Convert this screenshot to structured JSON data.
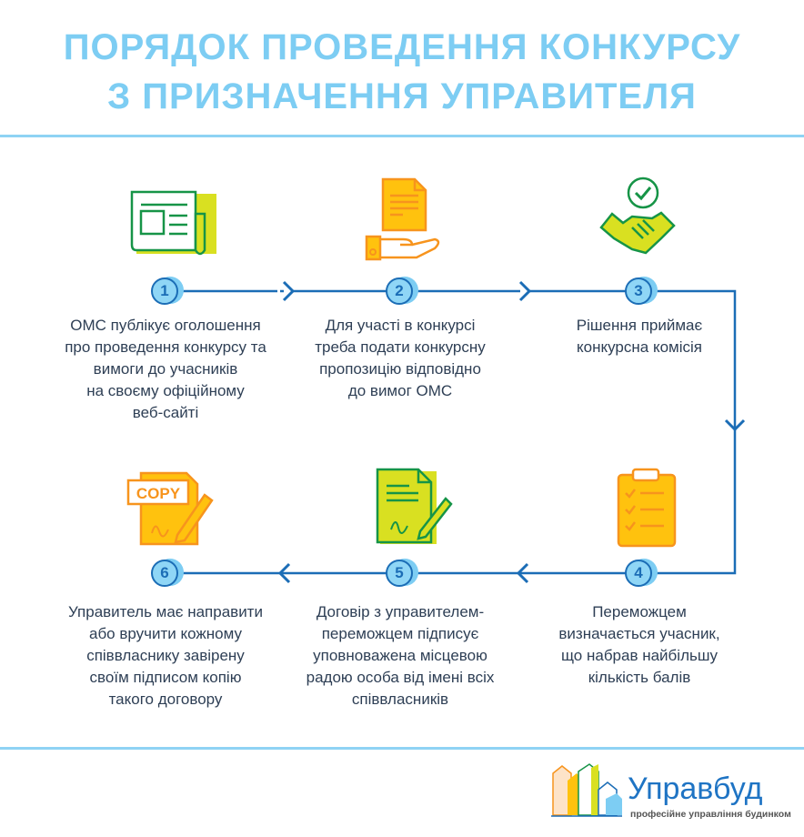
{
  "title": {
    "line1": "ПОРЯДОК ПРОВЕДЕННЯ КОНКУРСУ",
    "line2": "З ПРИЗНАЧЕННЯ УПРАВИТЕЛЯ"
  },
  "steps": [
    {
      "number": "1",
      "icon": "newspaper-icon",
      "text": [
        "ОМС публікує оголошення",
        "про проведення конкурсу та",
        "вимоги до учасників",
        "на своєму офіційному",
        "веб-сайті"
      ]
    },
    {
      "number": "2",
      "icon": "document-in-hand-icon",
      "text": [
        "Для участі в конкурсі",
        "треба подати конкурсну",
        "пропозицію відповідно",
        "до вимог ОМС"
      ]
    },
    {
      "number": "3",
      "icon": "handshake-check-icon",
      "text": [
        "Рішення приймає",
        "конкурсна комісія"
      ]
    },
    {
      "number": "4",
      "icon": "checklist-clipboard-icon",
      "text": [
        "Переможцем",
        "визначається учасник,",
        "що набрав найбільшу",
        "кількість балів"
      ]
    },
    {
      "number": "5",
      "icon": "signed-contract-icon",
      "text": [
        "Договір з управителем-",
        "переможцем підписує",
        "уповноважена місцевою",
        "радою особа від імені всіх",
        "співвласників"
      ]
    },
    {
      "number": "6",
      "icon": "copy-document-icon",
      "copy_label": "COPY",
      "text": [
        "Управитель має направити",
        "або вручити кожному",
        "співвласнику завірену",
        "своїм підписом копію",
        "такого договору"
      ]
    }
  ],
  "logo": {
    "name": "Управбуд",
    "tagline": "професійне управління будинком"
  },
  "colors": {
    "title": "#7dcdf3",
    "line": "#1b6db6",
    "green": "#169447",
    "lime": "#d9e021",
    "orange": "#f7941d",
    "yellow": "#ffc20e"
  }
}
